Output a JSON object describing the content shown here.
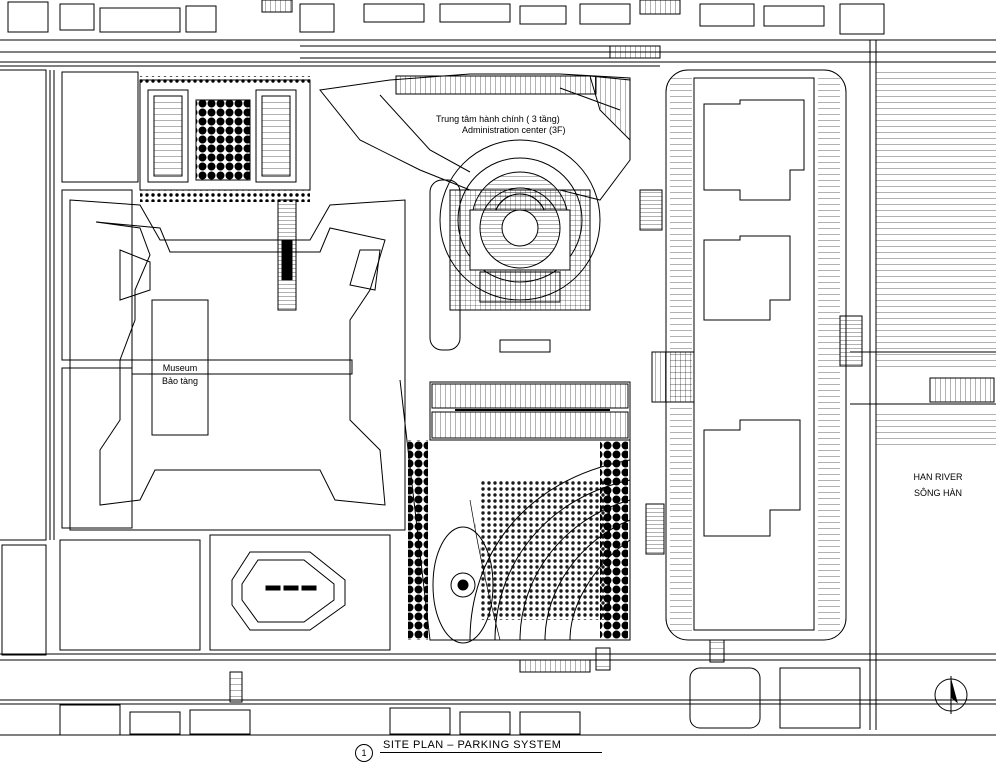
{
  "labels": {
    "admin_vi": "Trung tâm hành chính ( 3 tầng)",
    "admin_en": "Administration center (3F)",
    "museum_en": "Museum",
    "museum_vi": "Bảo tàng",
    "river_en": "HAN RIVER",
    "river_vi": "SÔNG HÀN"
  },
  "title_block": {
    "number": "1",
    "title": "SITE PLAN  –  PARKING SYSTEM"
  },
  "colors": {
    "line": "#000000",
    "background": "#ffffff"
  },
  "icons": [
    "north-arrow-icon"
  ]
}
